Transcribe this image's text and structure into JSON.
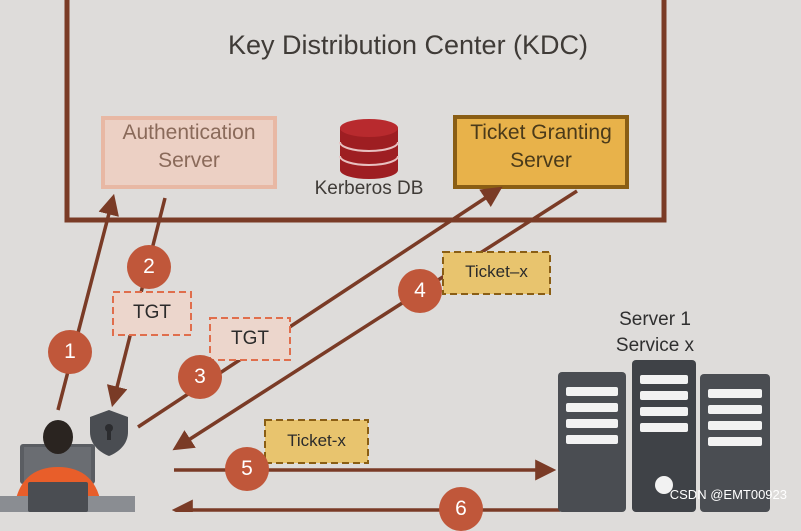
{
  "kdc": {
    "title": "Key Distribution Center (KDC)"
  },
  "auth_server": {
    "line1": "Authentication",
    "line2": "Server"
  },
  "tgs": {
    "line1": "Ticket Granting",
    "line2": "Server"
  },
  "db": {
    "label": "Kerberos DB"
  },
  "tickets": {
    "tgt_1": "TGT",
    "tgt_2": "TGT",
    "ticket_x_1": "Ticket–x",
    "ticket_x_2": "Ticket-x"
  },
  "steps": [
    "1",
    "2",
    "3",
    "4",
    "5",
    "6"
  ],
  "server": {
    "line1": "Server 1",
    "line2": "Service x"
  },
  "watermark": "CSDN @EMT00923",
  "colors": {
    "kdc_border": "#7a3b26",
    "arrow": "#7a3b26",
    "step_circle": "#c0573a",
    "as_fill": "#ecd0c4",
    "as_border": "#e8b8a4",
    "tgs_fill": "#e8b24a",
    "tgs_border": "#8a5e14",
    "db": "#9e1e22",
    "server": "#4a4d52"
  }
}
